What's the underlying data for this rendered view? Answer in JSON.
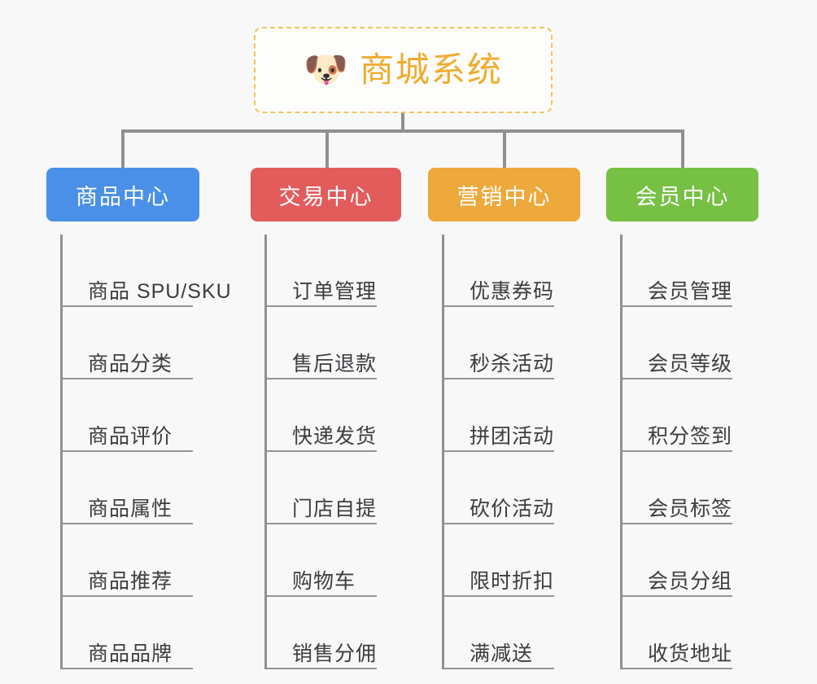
{
  "root": {
    "icon": "shiba-dog-emoji",
    "icon_glyph": "🐶",
    "title": "商城系统",
    "title_color": "#f0ab2e",
    "border_color": "#f3c35a"
  },
  "connector_color": "#909090",
  "background_color": "#f8f8f8",
  "branches": [
    {
      "label": "商品中心",
      "color": "#4a90e8",
      "items": [
        "商品 SPU/SKU",
        "商品分类",
        "商品评价",
        "商品属性",
        "商品推荐",
        "商品品牌"
      ]
    },
    {
      "label": "交易中心",
      "color": "#e25c5c",
      "items": [
        "订单管理",
        "售后退款",
        "快递发货",
        "门店自提",
        "购物车",
        "销售分佣"
      ]
    },
    {
      "label": "营销中心",
      "color": "#eda93c",
      "items": [
        "优惠券码",
        "秒杀活动",
        "拼团活动",
        "砍价活动",
        "限时折扣",
        "满减送"
      ]
    },
    {
      "label": "会员中心",
      "color": "#76c043",
      "items": [
        "会员管理",
        "会员等级",
        "积分签到",
        "会员标签",
        "会员分组",
        "收货地址"
      ]
    }
  ]
}
